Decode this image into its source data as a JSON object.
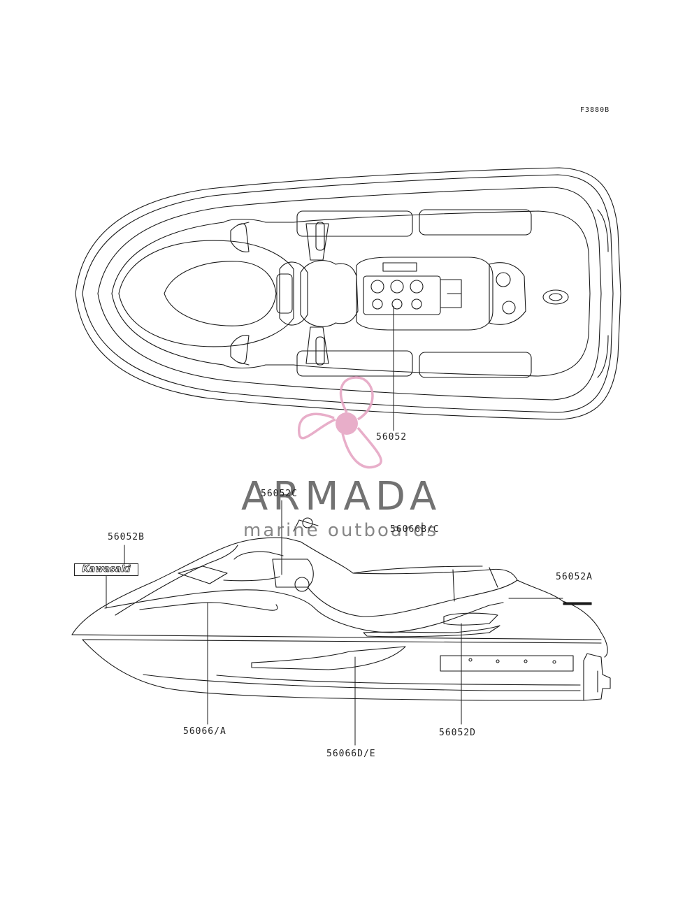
{
  "figure_code": "F3880B",
  "watermark": {
    "brand": "ARMADA",
    "tagline": "marine outboards",
    "accent_color": "#e6a6c4",
    "text_color": "#5a5a5a"
  },
  "decal_text": "Kawasaki",
  "callouts": [
    {
      "id": "c-56052",
      "text": "56052"
    },
    {
      "id": "c-56052c",
      "text": "56052C"
    },
    {
      "id": "c-56052b",
      "text": "56052B"
    },
    {
      "id": "c-56066bc",
      "text": "56066B/C"
    },
    {
      "id": "c-56052a",
      "text": "56052A"
    },
    {
      "id": "c-56066a",
      "text": "56066/A"
    },
    {
      "id": "c-56066de",
      "text": "56066D/E"
    },
    {
      "id": "c-56052d",
      "text": "56052D"
    }
  ]
}
